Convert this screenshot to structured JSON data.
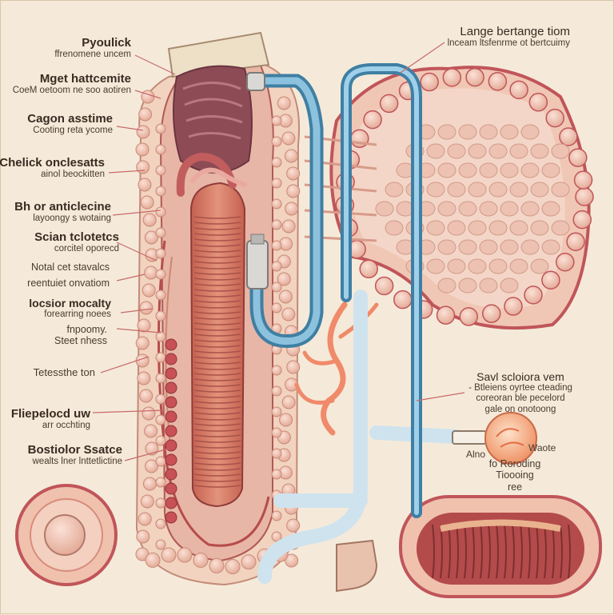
{
  "colors": {
    "background": "#f5ead9",
    "tissue": "#e8b6a6",
    "tissue_dark": "#c0555a",
    "nodule": "#eec0b0",
    "muscle": "#c96a5f",
    "tube": "#6fa8c9",
    "tube_dark": "#3f7fa3",
    "vessel": "#f08a6a",
    "ink": "#3a2a22"
  },
  "labels_left": [
    {
      "title": "Pyoulick",
      "sub": "ffrenomene uncem"
    },
    {
      "title": "Mget hattcemite",
      "sub": "CoeM oetoom ne soo aotiren"
    },
    {
      "title": "Cagon asstime",
      "sub": "Cooting reta ycome"
    },
    {
      "title": "Chelick onclesatts",
      "sub": "ainol beockitten"
    },
    {
      "title": "Bh or anticlecine",
      "sub": "layoongy s wotaing"
    },
    {
      "title": "Scian tclotetcs",
      "sub": "corcitel oporecd"
    },
    {
      "title": "Notal cet stavalcs",
      "sub": "reentuiet onvatiom"
    },
    {
      "title": "locsior mocalty",
      "sub": "forearring noees"
    },
    {
      "title": "fnpoomy.",
      "sub": "Steet nhess"
    },
    {
      "title": "Tetessthe ton",
      "sub": ""
    },
    {
      "title": "Fliepelocd uw",
      "sub": "arr occhting"
    },
    {
      "title": "Bostiolor Ssatce",
      "sub": "wealts lner lnttetlictine"
    }
  ],
  "label_top_right": {
    "title": "Lange bertange tiom",
    "sub": "lnceam ltsfenrme ot bertcuimy"
  },
  "label_mid_right": {
    "title": "Savl scloiora vem",
    "lines": [
      "- Btleiens oyrtee cteading",
      "coreoran ble pecelord",
      "gale on onotoong"
    ]
  },
  "label_lower_right": {
    "left": "Alno",
    "right": "Waote",
    "lines": [
      "fo Roroding",
      "Tioooing",
      "ree"
    ]
  }
}
